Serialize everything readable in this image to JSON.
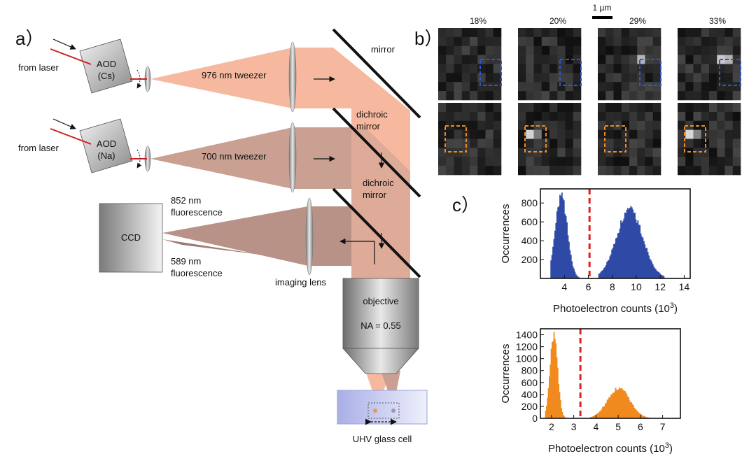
{
  "panel_a": {
    "label": "a）",
    "from_laser_1": "from laser",
    "from_laser_2": "from laser",
    "aod_cs_line1": "AOD",
    "aod_cs_line2": "(Cs)",
    "aod_na_line1": "AOD",
    "aod_na_line2": "(Na)",
    "tweezer_976": "976 nm tweezer",
    "tweezer_700": "700 nm tweezer",
    "mirror": "mirror",
    "dichroic1_line1": "dichroic",
    "dichroic1_line2": "mirror",
    "dichroic2_line1": "dichroic",
    "dichroic2_line2": "mirror",
    "ccd": "CCD",
    "fl852_line1": "852 nm",
    "fl852_line2": "fluorescence",
    "fl589_line1": "589 nm",
    "fl589_line2": "fluorescence",
    "imaging_lens": "imaging lens",
    "objective": "objective",
    "na": "NA = 0.55",
    "uhv": "UHV glass cell",
    "colors": {
      "cs_beam": "#f6b9a0",
      "na_beam": "#c9a092",
      "ccd_beam": "#b89286",
      "cell": "#a9aee6"
    }
  },
  "panel_b": {
    "label": "b）",
    "scalebar": "1 µm",
    "percents": [
      "18%",
      "20%",
      "29%",
      "33%"
    ],
    "cs_box_color": "#3355cc",
    "na_box_color": "#ee8a22"
  },
  "panel_c": {
    "label": "c）",
    "chart_data": [
      {
        "type": "bar",
        "color": "#2f4aa6",
        "ylabel": "Occurrences",
        "xlabel": "Photoelectron counts (10",
        "xlabel_sup": "3",
        "xlabel_end": ")",
        "xlim": [
          2,
          14.5
        ],
        "ylim": [
          0,
          950
        ],
        "xticks": [
          4,
          6,
          8,
          10,
          12,
          14
        ],
        "yticks": [
          200,
          400,
          600,
          800
        ],
        "threshold": 6.1,
        "peaks": [
          {
            "center": 3.7,
            "sigma": 0.5,
            "height": 880,
            "xmin": 2.8,
            "xmax": 5.2
          },
          {
            "center": 9.4,
            "sigma": 1.1,
            "height": 720,
            "xmin": 6.8,
            "xmax": 12.3
          }
        ]
      },
      {
        "type": "bar",
        "color": "#f08a1e",
        "ylabel": "Occurrences",
        "xlabel": "Photoelectron counts (10",
        "xlabel_sup": "3",
        "xlabel_end": ")",
        "xlim": [
          1.5,
          7.8
        ],
        "ylim": [
          0,
          1500
        ],
        "xticks": [
          2,
          3,
          4,
          5,
          6,
          7
        ],
        "yticks": [
          0,
          200,
          400,
          600,
          800,
          1000,
          1200,
          1400
        ],
        "threshold": 3.3,
        "peaks": [
          {
            "center": 2.08,
            "sigma": 0.17,
            "height": 1400,
            "xmin": 1.7,
            "xmax": 2.9
          },
          {
            "center": 5.0,
            "sigma": 0.5,
            "height": 500,
            "xmin": 3.7,
            "xmax": 6.6
          }
        ]
      }
    ]
  }
}
